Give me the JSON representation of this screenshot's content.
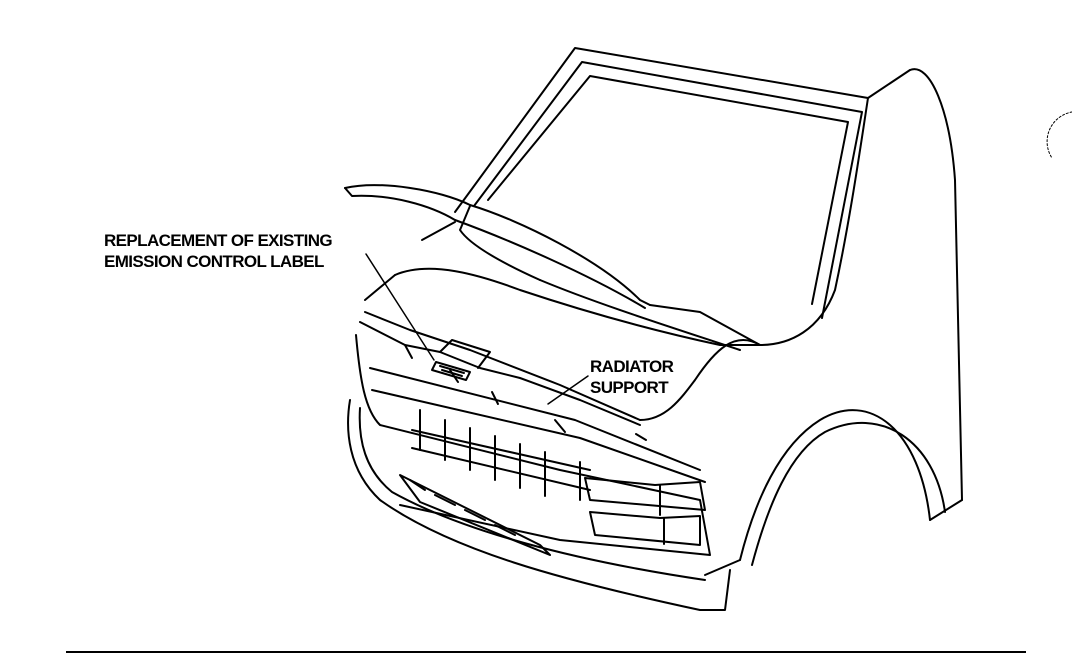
{
  "callouts": {
    "emission_label": {
      "line1": "REPLACEMENT OF EXISTING",
      "line2": "EMISSION CONTROL LABEL"
    },
    "radiator_support": {
      "line1": "RADIATOR",
      "line2": "SUPPORT"
    }
  },
  "illustration": {
    "subject": "van-front-with-open-hood-icon",
    "stroke_color": "#000000",
    "background_color": "#ffffff"
  }
}
